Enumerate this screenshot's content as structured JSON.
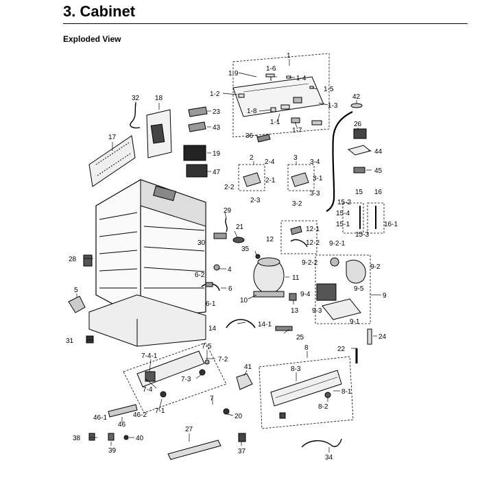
{
  "header": {
    "title": "3.  Cabinet",
    "subtitle": "Exploded View"
  },
  "callouts": [
    {
      "id": "c1",
      "text": "1"
    },
    {
      "id": "c1-9",
      "text": "1-9"
    },
    {
      "id": "c1-6",
      "text": "1-6"
    },
    {
      "id": "c1-4",
      "text": "1-4"
    },
    {
      "id": "c1-5",
      "text": "1-5"
    },
    {
      "id": "c1-2",
      "text": "1-2"
    },
    {
      "id": "c1-3",
      "text": "1-3"
    },
    {
      "id": "c1-8",
      "text": "1-8"
    },
    {
      "id": "c1-1",
      "text": "1-1"
    },
    {
      "id": "c1-7",
      "text": "1-7"
    },
    {
      "id": "c42",
      "text": "42"
    },
    {
      "id": "c32",
      "text": "32"
    },
    {
      "id": "c18",
      "text": "18"
    },
    {
      "id": "c23",
      "text": "23"
    },
    {
      "id": "c43",
      "text": "43"
    },
    {
      "id": "c36",
      "text": "36"
    },
    {
      "id": "c26",
      "text": "26"
    },
    {
      "id": "c17",
      "text": "17"
    },
    {
      "id": "c19",
      "text": "19"
    },
    {
      "id": "c44",
      "text": "44"
    },
    {
      "id": "c47",
      "text": "47"
    },
    {
      "id": "c2",
      "text": "2"
    },
    {
      "id": "c2-4",
      "text": "2-4"
    },
    {
      "id": "c3",
      "text": "3"
    },
    {
      "id": "c3-4",
      "text": "3-4"
    },
    {
      "id": "c45",
      "text": "45"
    },
    {
      "id": "c2-2",
      "text": "2-2"
    },
    {
      "id": "c2-1",
      "text": "2-1"
    },
    {
      "id": "c3-1",
      "text": "3-1"
    },
    {
      "id": "c2-3",
      "text": "2-3"
    },
    {
      "id": "c3-3",
      "text": "3-3"
    },
    {
      "id": "c3-2",
      "text": "3-2"
    },
    {
      "id": "c15",
      "text": "15"
    },
    {
      "id": "c16",
      "text": "16"
    },
    {
      "id": "c15-2",
      "text": "15-2"
    },
    {
      "id": "c15-4",
      "text": "15-4"
    },
    {
      "id": "c15-1",
      "text": "15-1"
    },
    {
      "id": "c16-1",
      "text": "16-1"
    },
    {
      "id": "c15-3",
      "text": "15-3"
    },
    {
      "id": "c29",
      "text": "29"
    },
    {
      "id": "c21",
      "text": "21"
    },
    {
      "id": "c12-1",
      "text": "12-1"
    },
    {
      "id": "c12",
      "text": "12"
    },
    {
      "id": "c12-2",
      "text": "12-2"
    },
    {
      "id": "c30",
      "text": "30"
    },
    {
      "id": "c35",
      "text": "35"
    },
    {
      "id": "c9-2-1",
      "text": "9-2-1"
    },
    {
      "id": "c9-2-2",
      "text": "9-2-2"
    },
    {
      "id": "c9-2",
      "text": "9-2"
    },
    {
      "id": "c28",
      "text": "28"
    },
    {
      "id": "c4",
      "text": "4"
    },
    {
      "id": "c11",
      "text": "11"
    },
    {
      "id": "c6-2",
      "text": "6-2"
    },
    {
      "id": "c6",
      "text": "6"
    },
    {
      "id": "c5",
      "text": "5"
    },
    {
      "id": "c9-5",
      "text": "9-5"
    },
    {
      "id": "c9-4",
      "text": "9-4"
    },
    {
      "id": "c9",
      "text": "9"
    },
    {
      "id": "c6-1",
      "text": "6-1"
    },
    {
      "id": "c10",
      "text": "10"
    },
    {
      "id": "c13",
      "text": "13"
    },
    {
      "id": "c9-3",
      "text": "9-3"
    },
    {
      "id": "c9-1",
      "text": "9-1"
    },
    {
      "id": "c14",
      "text": "14"
    },
    {
      "id": "c14-1",
      "text": "14-1"
    },
    {
      "id": "c25",
      "text": "25"
    },
    {
      "id": "c24",
      "text": "24"
    },
    {
      "id": "c31",
      "text": "31"
    },
    {
      "id": "c7-5",
      "text": "7-5"
    },
    {
      "id": "c22",
      "text": "22"
    },
    {
      "id": "c8",
      "text": "8"
    },
    {
      "id": "c7-4-1",
      "text": "7-4-1"
    },
    {
      "id": "c7-2",
      "text": "7-2"
    },
    {
      "id": "c41",
      "text": "41"
    },
    {
      "id": "c8-3",
      "text": "8-3"
    },
    {
      "id": "c7-3",
      "text": "7-3"
    },
    {
      "id": "c7-4",
      "text": "7-4"
    },
    {
      "id": "c7",
      "text": "7"
    },
    {
      "id": "c8-1",
      "text": "8-1"
    },
    {
      "id": "c8-2",
      "text": "8-2"
    },
    {
      "id": "c7-1",
      "text": "7-1"
    },
    {
      "id": "c46-1",
      "text": "46-1"
    },
    {
      "id": "c46-2",
      "text": "46-2"
    },
    {
      "id": "c20",
      "text": "20"
    },
    {
      "id": "c46",
      "text": "46"
    },
    {
      "id": "c27",
      "text": "27"
    },
    {
      "id": "c38",
      "text": "38"
    },
    {
      "id": "c40",
      "text": "40"
    },
    {
      "id": "c39",
      "text": "39"
    },
    {
      "id": "c37",
      "text": "37"
    },
    {
      "id": "c34",
      "text": "34"
    }
  ]
}
